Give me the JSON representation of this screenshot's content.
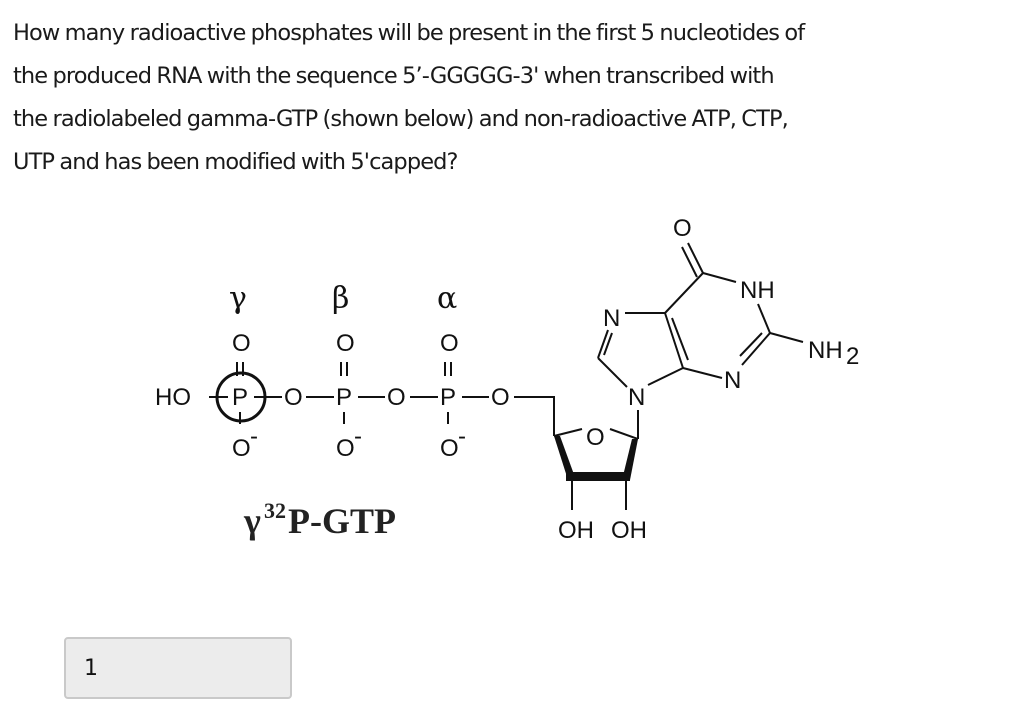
{
  "question": {
    "lines": [
      "How many radioactive phosphates will be present in the first 5 nucleotides of",
      "the produced RNA with the sequence 5’-GGGGG-3' when transcribed with",
      "the radiolabeled gamma-GTP (shown below) and non-radioactive ATP, CTP,",
      "UTP and has been modified with 5'capped?"
    ]
  },
  "figure": {
    "phosphate_labels": {
      "gamma": "γ",
      "beta": "β",
      "alpha": "α"
    },
    "atoms": {
      "ho": "HO",
      "p": "P",
      "o": "O",
      "o_minus": "O",
      "minus": "-",
      "n": "N",
      "nh": "NH",
      "nh2_main": "NH",
      "nh2_sub": "2",
      "oh": "OH"
    },
    "caption": {
      "prefix": "γ",
      "superscript": "32",
      "text": "P-GTP"
    },
    "highlighted_phosphate": "gamma"
  },
  "answer": {
    "value": "1"
  }
}
